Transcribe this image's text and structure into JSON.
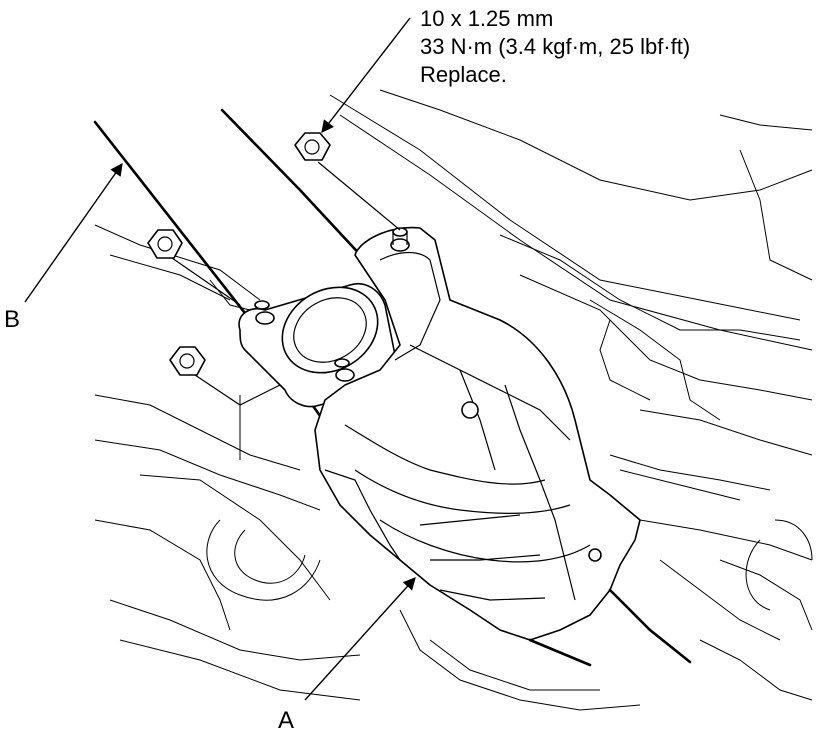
{
  "spec": {
    "line1": "10 x 1.25 mm",
    "line2": "33 N·m (3.4 kgf·m, 25 lbf·ft)",
    "line3": "Replace."
  },
  "callouts": {
    "a": "A",
    "b": "B"
  }
}
